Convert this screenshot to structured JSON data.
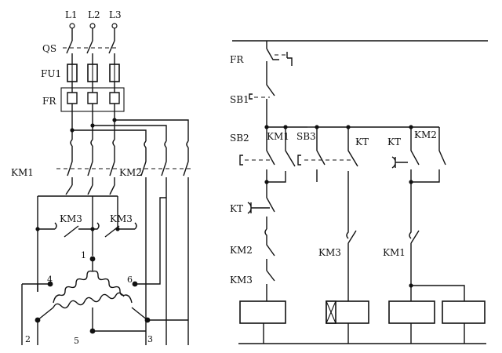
{
  "main_circuit": {
    "phase_labels": [
      "L1",
      "L2",
      "L3"
    ],
    "qs_label": "QS",
    "fu1_label": "FU1",
    "fr_label": "FR",
    "km1_label": "KM1",
    "km2_label": "KM2",
    "km3_left_label": "KM3",
    "km3_right_label": "KM3",
    "terminals": [
      "1",
      "2",
      "3",
      "4",
      "5",
      "6"
    ]
  },
  "control_circuit": {
    "fr_label": "FR",
    "sb1_label": "SB1",
    "sb2_label": "SB2",
    "km1_hold_label": "KM1",
    "sb3_label": "SB3",
    "kt_label_a": "KT",
    "kt_label_b": "KT",
    "km2_hold_label": "KM2",
    "kt_delay_label": "KT",
    "km2_interlock_label": "KM2",
    "km3_interlock_label": "KM3",
    "km3_mid_label": "KM3",
    "km1_right_label": "KM1"
  }
}
